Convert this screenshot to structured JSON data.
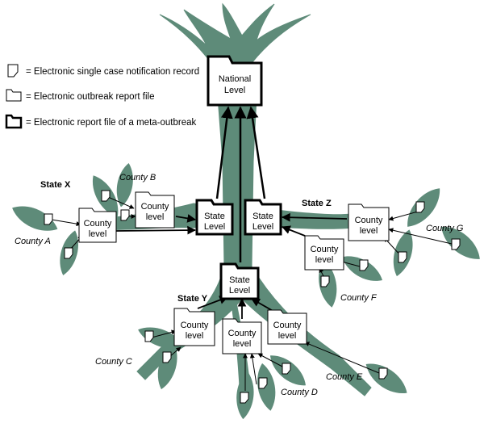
{
  "legend": {
    "single_case": "= Electronic single case notification record",
    "outbreak_file": "= Electronic outbreak report file",
    "meta_outbreak": "= Electronic report file of a meta-outbreak"
  },
  "national": {
    "line1": "National",
    "line2": "Level"
  },
  "state_box": {
    "line1": "State",
    "line2": "Level"
  },
  "county_box": {
    "line1": "County",
    "line2": "level"
  },
  "states": {
    "x": "State X",
    "y": "State Y",
    "z": "State Z"
  },
  "counties": {
    "a": "County A",
    "b": "County B",
    "c": "County C",
    "d": "County D",
    "e": "County E",
    "f": "County F",
    "g": "County G"
  },
  "colors": {
    "tree": "#5e8b79",
    "line": "#000000",
    "background": "#ffffff"
  }
}
